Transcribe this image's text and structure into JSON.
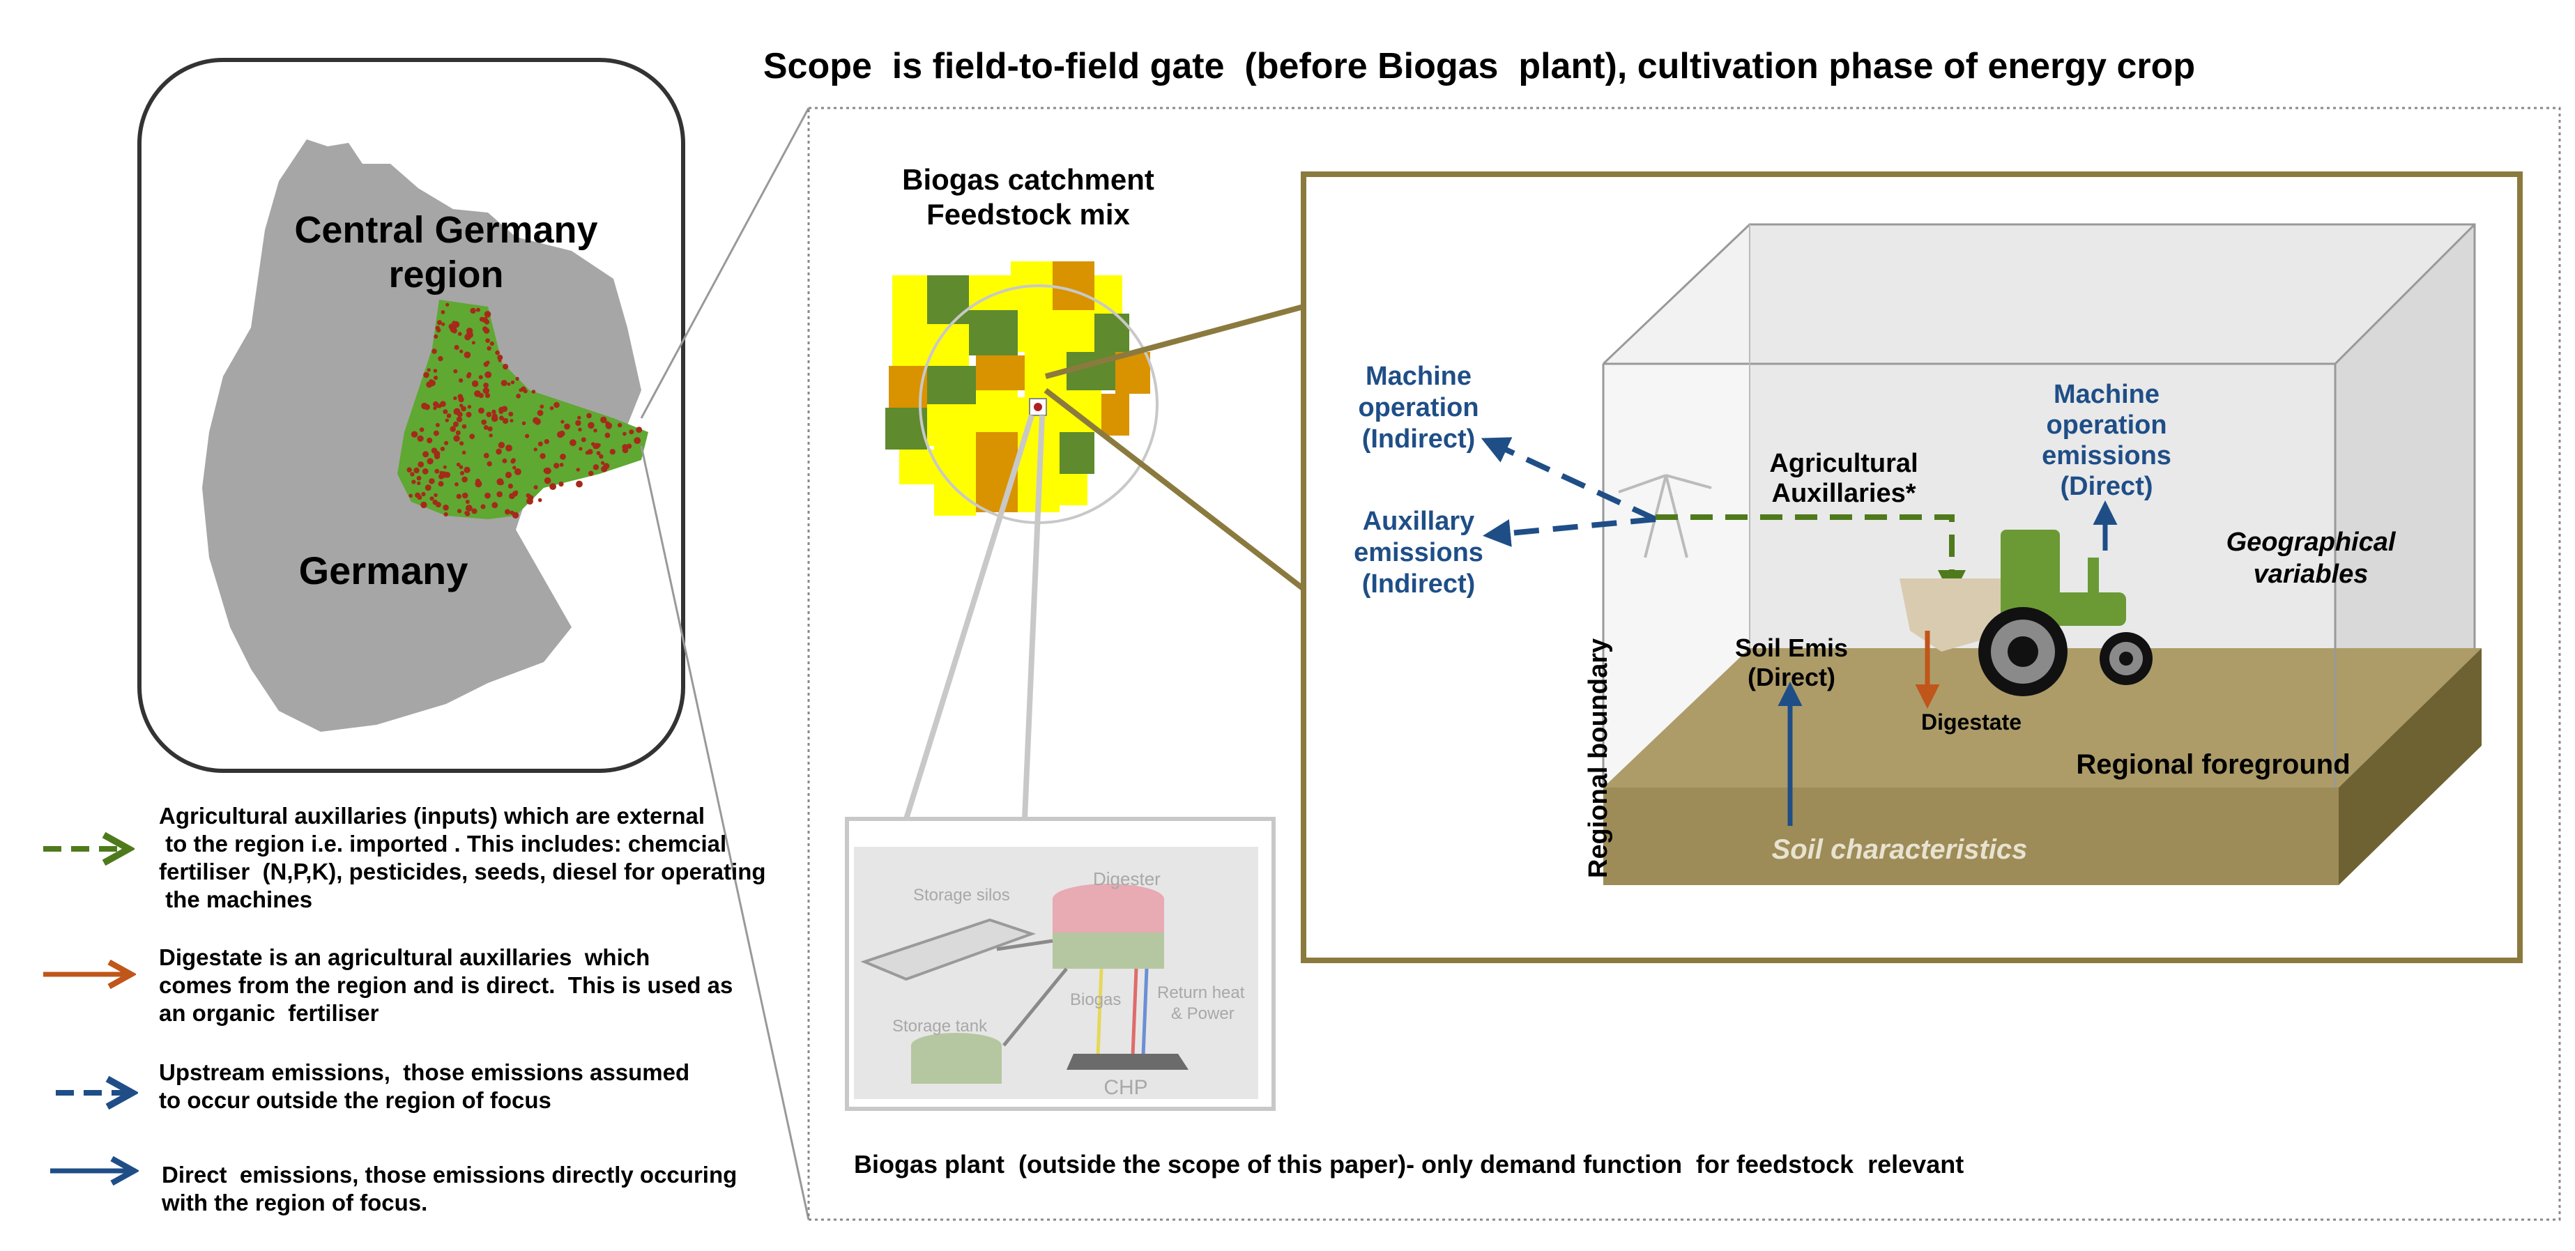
{
  "title": "Scope  is field-to-field gate  (before Biogas  plant), cultivation phase of energy crop",
  "map": {
    "region_label_line1": "Central Germany",
    "region_label_line2": "region",
    "country_label": "Germany"
  },
  "catchment": {
    "label_line1": "Biogas catchment",
    "label_line2": "Feedstock mix"
  },
  "plant": {
    "storage_silos": "Storage silos",
    "digester": "Digester",
    "storage_tank": "Storage tank",
    "biogas": "Biogas",
    "return_heat_line1": "Return heat",
    "return_heat_line2": "& Power",
    "chp": "CHP",
    "caption": "Biogas plant  (outside the scope of this paper)- only demand function  for feedstock  relevant"
  },
  "scene": {
    "machine_op_indirect": [
      "Machine",
      "operation",
      "(Indirect)"
    ],
    "auxillary_indirect": [
      "Auxillary",
      "emissions",
      "(Indirect)"
    ],
    "agri_aux": [
      "Agricultural",
      "Auxillaries*"
    ],
    "machine_op_direct": [
      "Machine",
      "operation",
      "emissions",
      "(Direct)"
    ],
    "geographical": [
      "Geographical",
      "variables"
    ],
    "soil_emis": [
      "Soil Emis",
      "(Direct)"
    ],
    "digestate": "Digestate",
    "regional_foreground": "Regional foreground",
    "regional_boundary": "Regional boundary",
    "soil_characteristics": "Soil characteristics"
  },
  "legend": [
    {
      "style": "dashed-green",
      "color": "#4e7a1c",
      "lines": [
        "Agricultural auxillaries (inputs) which are external",
        " to the region i.e. imported . This includes: chemcial",
        "fertiliser  (N,P,K), pesticides, seeds, diesel for operating",
        " the machines"
      ]
    },
    {
      "style": "solid-orange",
      "color": "#c0561a",
      "lines": [
        "Digestate is an agricultural auxillaries  which",
        "comes from the region and is direct.  This is used as",
        "an organic  fertiliser"
      ]
    },
    {
      "style": "dashed-blue",
      "color": "#1f4e87",
      "lines": [
        "Upstream emissions,  those emissions assumed",
        "to occur outside the region of focus"
      ]
    },
    {
      "style": "solid-blue",
      "color": "#1f4e87",
      "lines": [
        "Direct  emissions, those emissions directly occuring",
        "with the region of focus."
      ]
    }
  ],
  "colors": {
    "green_dark": "#4e7a1c",
    "orange": "#c0561a",
    "blue": "#1f4e87",
    "olive_border": "#8b7a3e",
    "ground": "#ad9c68",
    "map_grey": "#a6a6a6",
    "field_yellow": "#ffff00",
    "field_green": "#5f8a2e",
    "field_orange": "#d99200"
  }
}
